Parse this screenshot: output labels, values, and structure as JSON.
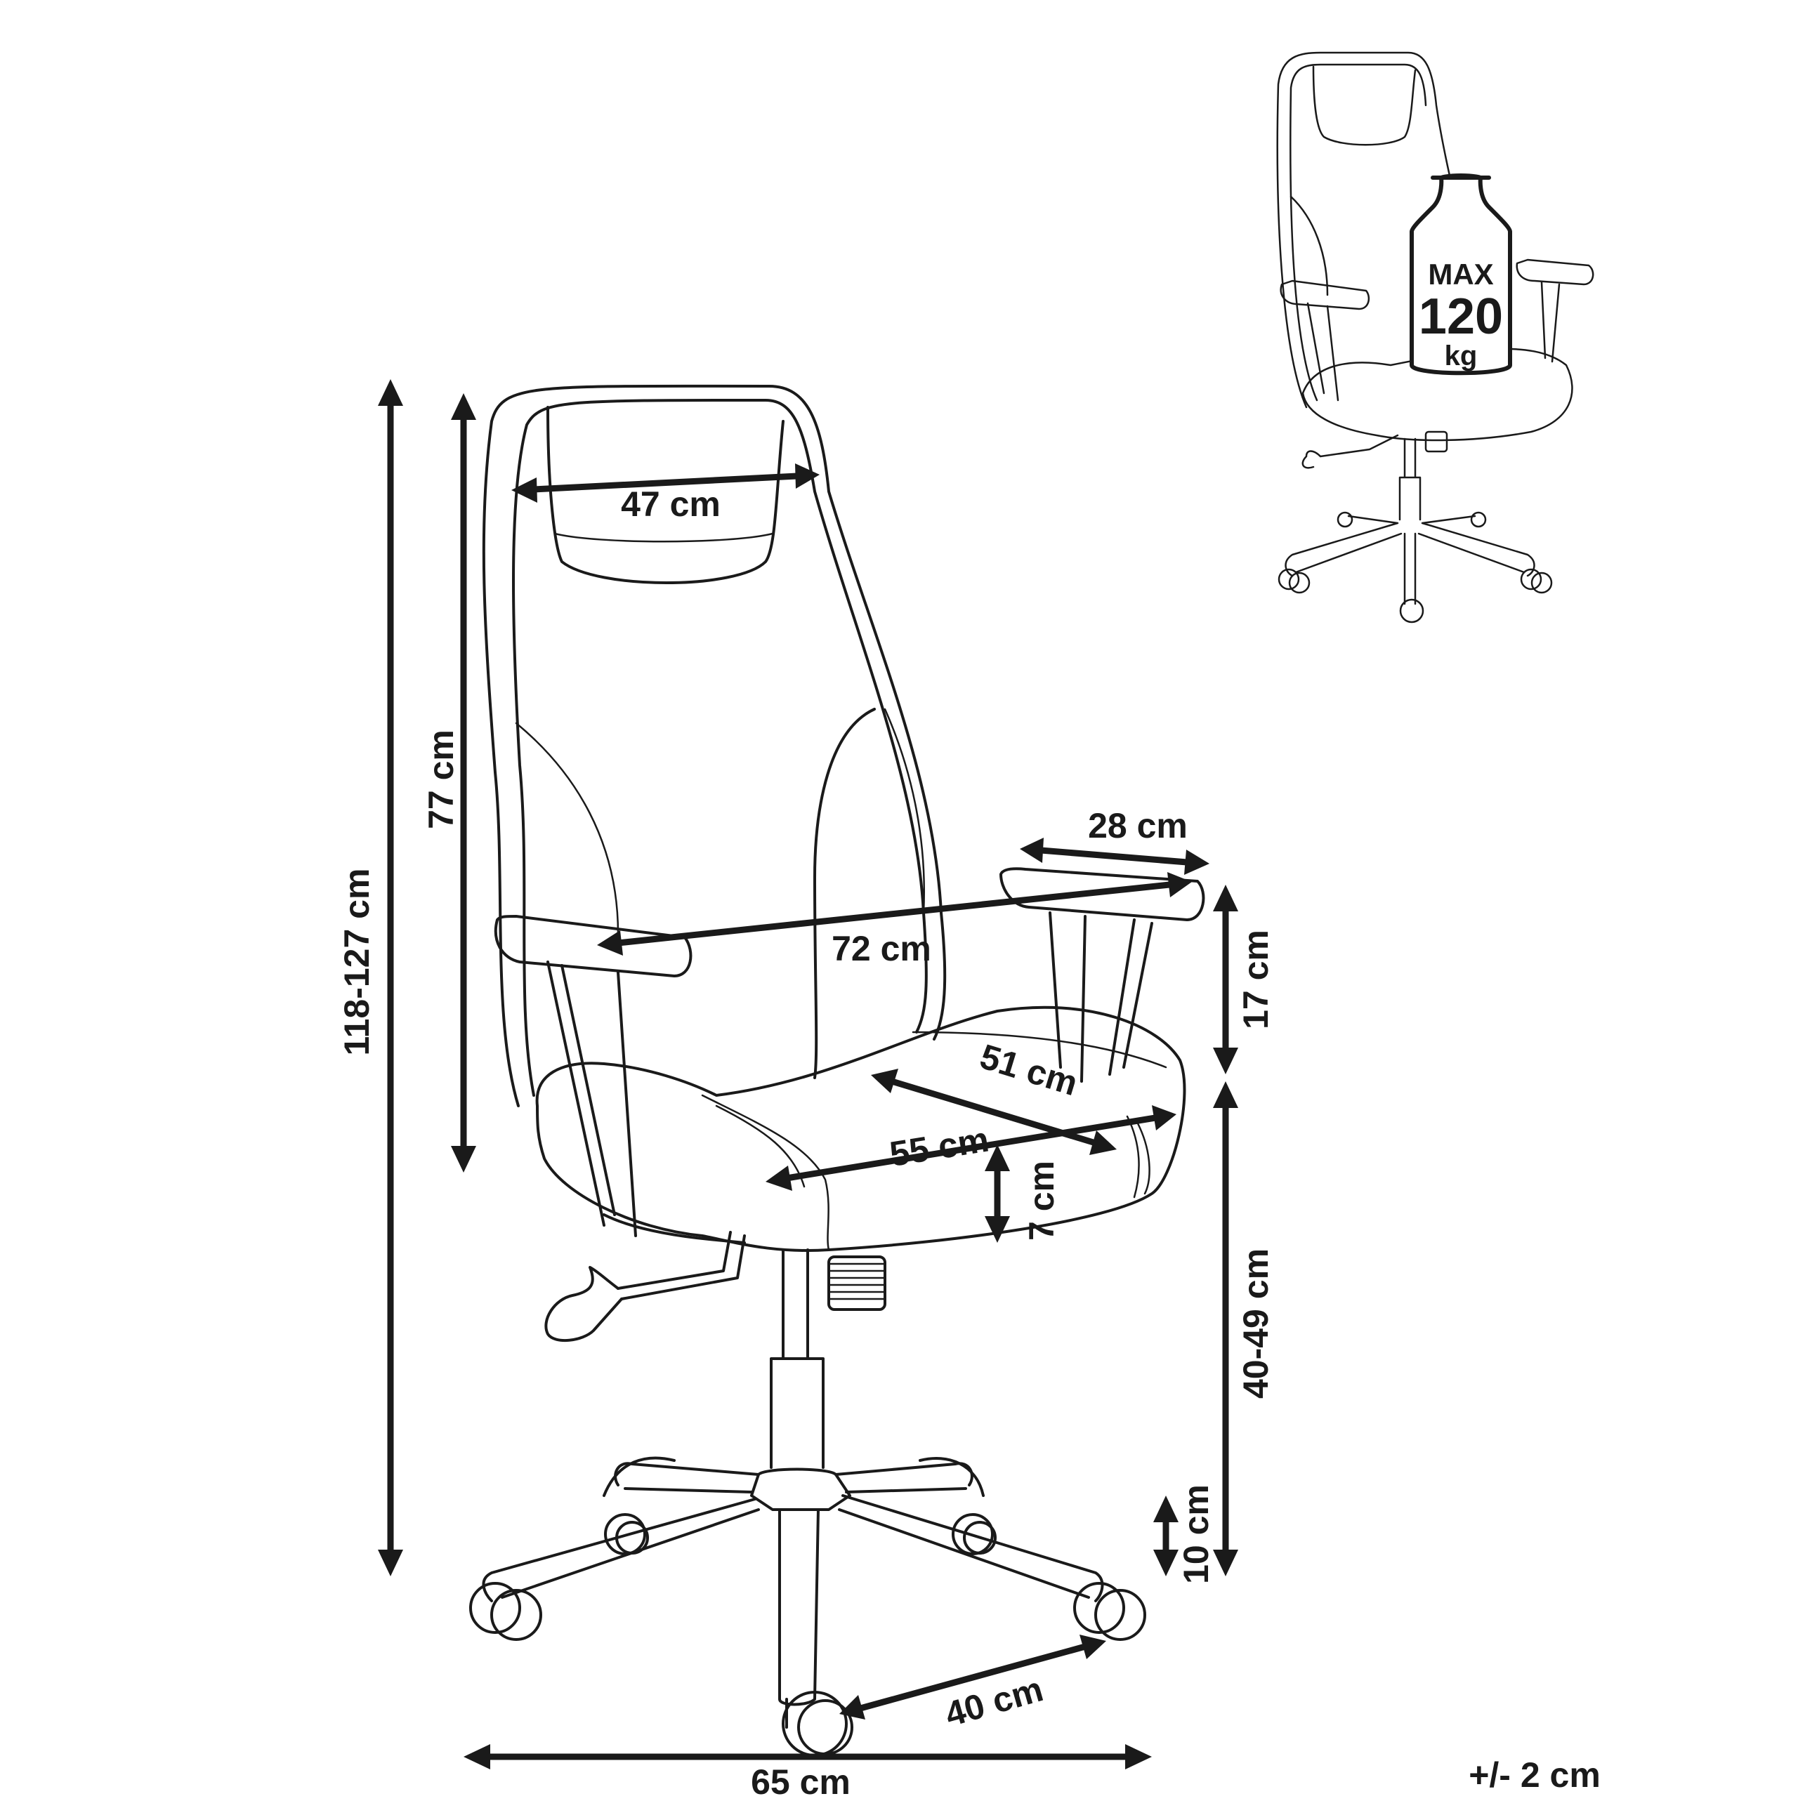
{
  "diagram": {
    "dimensions": {
      "headrest_width": "47 cm",
      "backrest_height": "77 cm",
      "total_height": "118-127 cm",
      "armrest_length": "28 cm",
      "width_between_armrests": "72 cm",
      "armrest_height": "17 cm",
      "seat_depth": "51 cm",
      "seat_width": "55 cm",
      "seat_thickness": "7 cm",
      "seat_height": "40-49 cm",
      "base_height": "10 cm",
      "leg_length": "40 cm",
      "base_width": "65 cm"
    },
    "tolerance": "+/- 2 cm",
    "max_load": {
      "label": "MAX",
      "value": "120",
      "unit": "kg"
    }
  },
  "colors": {
    "line": "#1a1a1a",
    "background": "#ffffff"
  }
}
